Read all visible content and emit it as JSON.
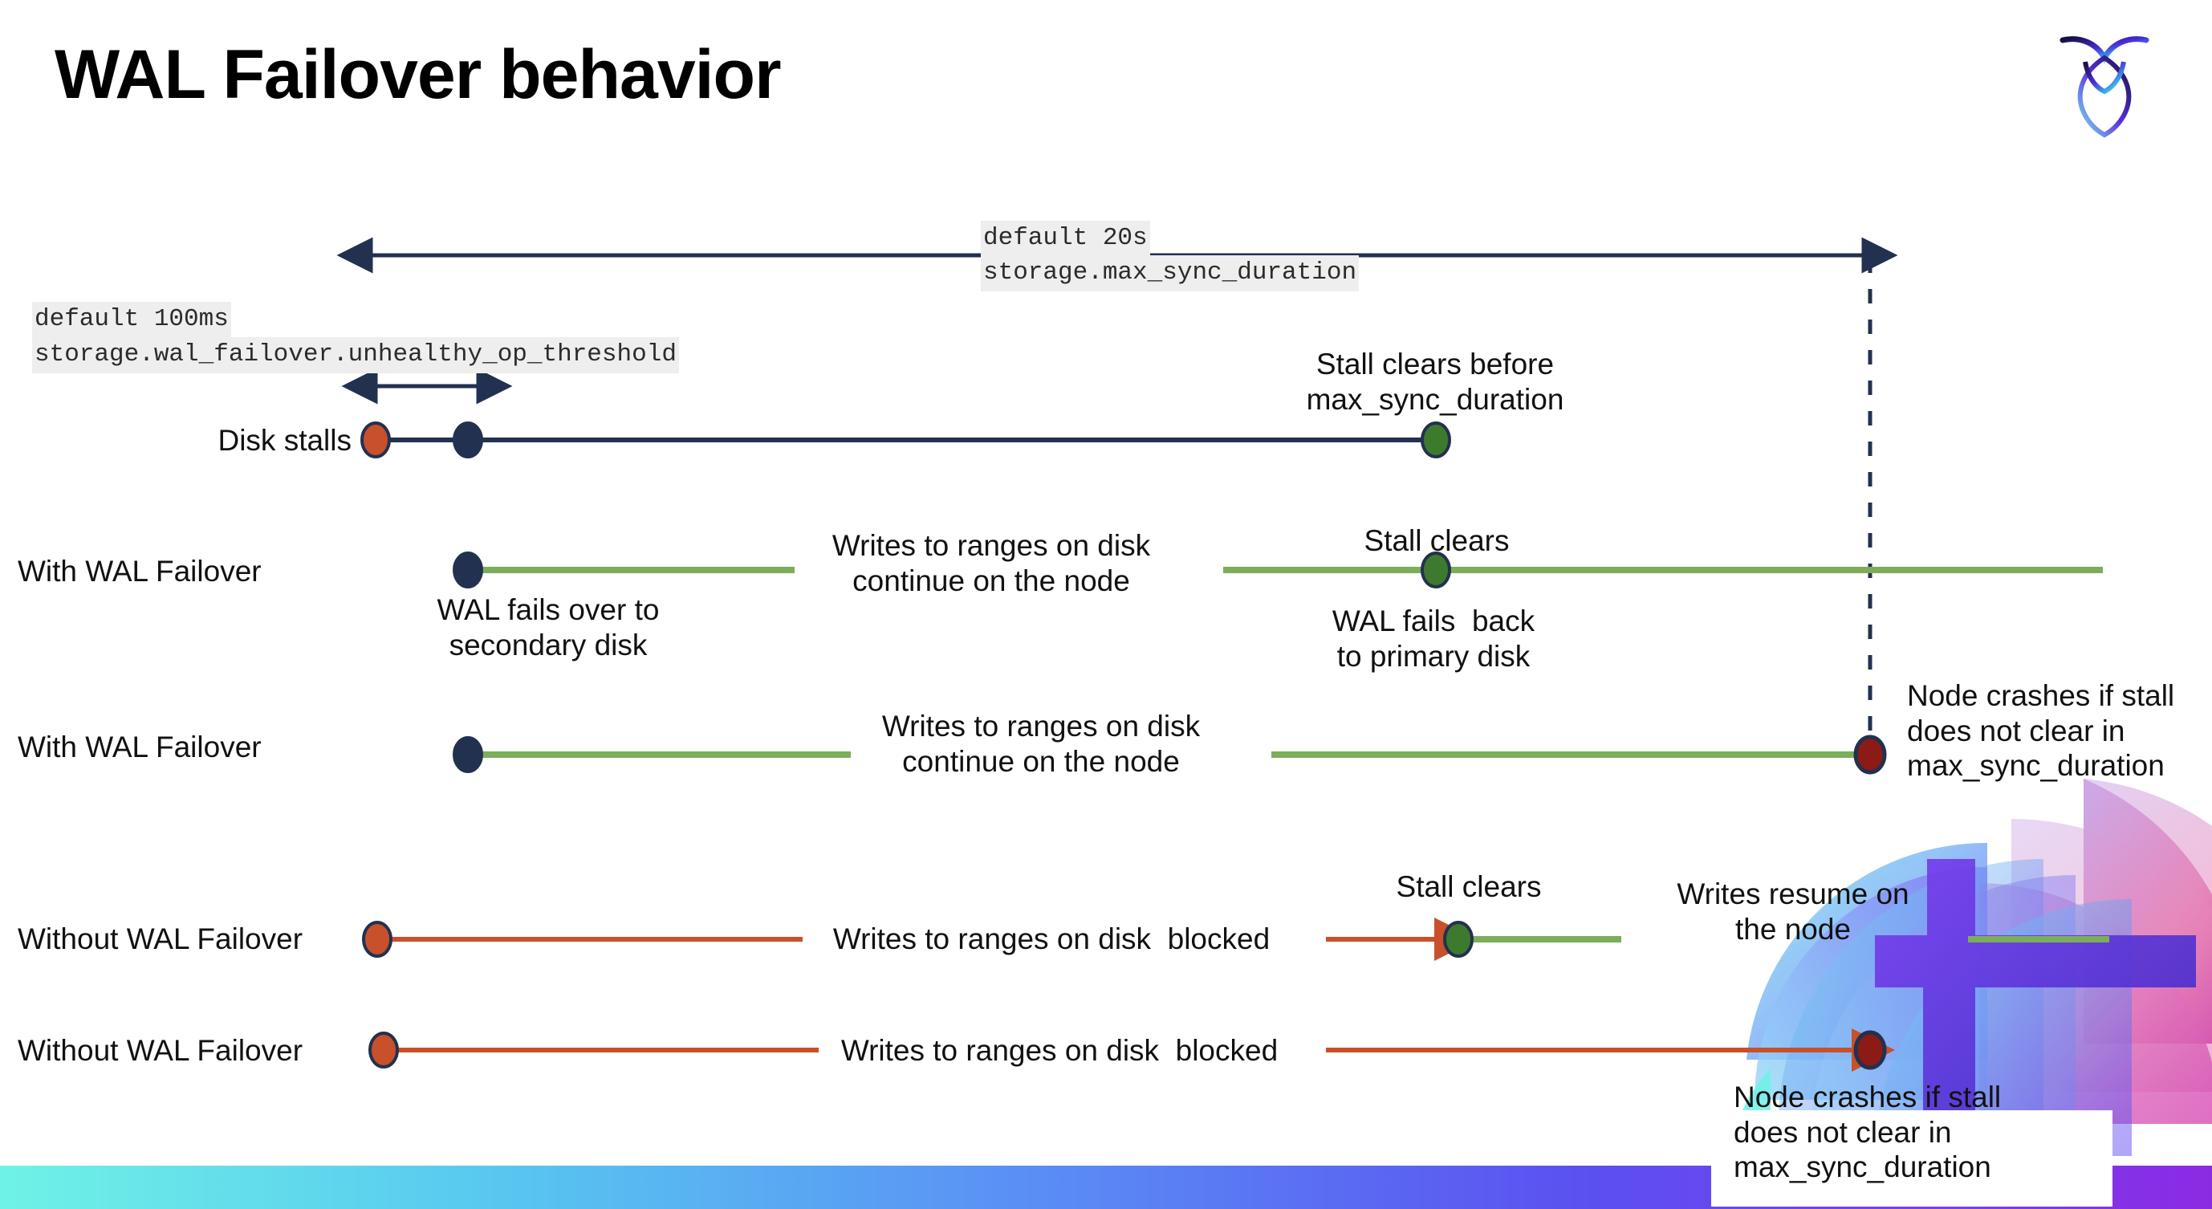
{
  "slide": {
    "title": "WAL Failover behavior",
    "logo_name": "cockroachdb-logo"
  },
  "annotations": {
    "max_sync": {
      "default": "default 20s",
      "setting": "storage.max_sync_duration"
    },
    "unhealthy_op": {
      "default": "default 100ms",
      "setting": "storage.wal_failover.unhealthy_op_threshold"
    }
  },
  "rows": [
    {
      "id": "disk-stalls",
      "label": "Disk stalls",
      "callouts": [
        "Stall clears before\nmax_sync_duration"
      ]
    },
    {
      "id": "with-wal-failover-clears",
      "label": "With WAL Failover",
      "callouts": [
        "WAL fails over to\nsecondary disk",
        "Writes to ranges on disk\ncontinue on the node",
        "Stall clears",
        "WAL fails  back\nto primary disk"
      ]
    },
    {
      "id": "with-wal-failover-crash",
      "label": "With WAL Failover",
      "callouts": [
        "Writes to ranges on disk\ncontinue on the node",
        "Node crashes if stall\ndoes not clear in\nmax_sync_duration"
      ]
    },
    {
      "id": "without-wal-failover-clears",
      "label": "Without WAL Failover",
      "callouts": [
        "Writes to ranges on disk  blocked",
        "Stall clears",
        "Writes resume on\nthe node"
      ]
    },
    {
      "id": "without-wal-failover-crash",
      "label": "Without WAL Failover",
      "callouts": [
        "Writes to ranges on disk  blocked",
        "Node crashes if stall\ndoes not clear in\nmax_sync_duration"
      ]
    }
  ],
  "colors": {
    "navy": "#22314f",
    "green_line": "#7cae5a",
    "green_dot": "#3e7a2e",
    "orange": "#c8502b",
    "dark_red": "#8c1b16",
    "code_bg": "#eeeeee",
    "text": "#111111"
  },
  "legend": {
    "navy_dot": "stall-start-marker",
    "orange_dot": "disk-stall-marker",
    "green_dot": "stall-cleared-marker",
    "red_dot": "node-crash-marker"
  }
}
